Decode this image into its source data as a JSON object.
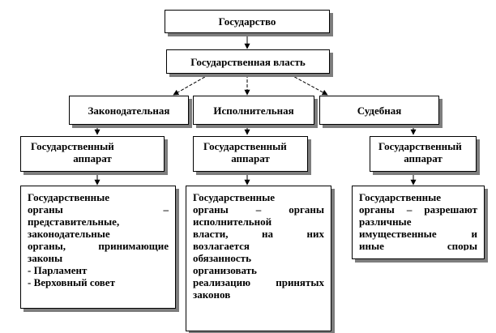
{
  "root": {
    "label": "Государство"
  },
  "power": {
    "label": "Государственная власть"
  },
  "branches": [
    {
      "label": "Законодательная"
    },
    {
      "label": "Исполнительная"
    },
    {
      "label": "Судебная"
    }
  ],
  "apparatus": {
    "line1": "Государственный",
    "line2": "аппарат"
  },
  "legislative_desc": {
    "lines": [
      "Государственные",
      "органы –",
      "представительные,",
      "законодательные",
      "органы, принимающие",
      "законы"
    ],
    "items": [
      "- Парламент",
      "- Верховный совет"
    ]
  },
  "executive_desc": {
    "lines": [
      "Государственные",
      "органы – органы",
      "исполнительной",
      "власти, на них",
      "возлагается",
      "обязанность",
      "организовать",
      "реализацию принятых",
      "законов"
    ]
  },
  "judicial_desc": {
    "lines": [
      "Государственные",
      "органы – разрешают",
      "различные",
      "имущественные и",
      "иные споры"
    ]
  }
}
